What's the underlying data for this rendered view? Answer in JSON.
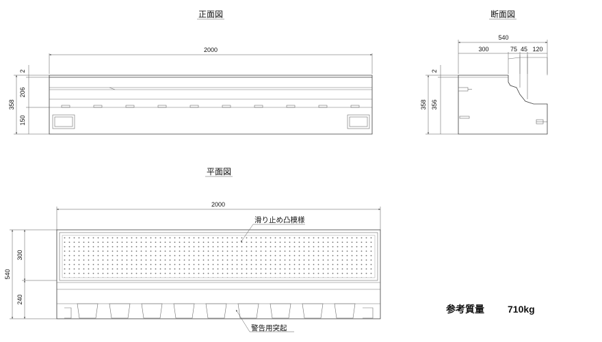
{
  "views": {
    "front_title": "正面図",
    "section_title": "断面図",
    "plan_title": "平面図"
  },
  "front": {
    "overall_width": "2000",
    "top_thickness": "2",
    "upper_height": "206",
    "total_height": "358",
    "lower_height": "150"
  },
  "section": {
    "overall_width": "540",
    "w1": "300",
    "w2": "75",
    "w3": "45",
    "w4": "120",
    "top_thickness": "2",
    "total_height": "358",
    "inner_height": "356"
  },
  "plan": {
    "overall_width": "2000",
    "upper_depth": "300",
    "total_depth": "540",
    "lower_depth": "240",
    "label_slip": "滑り止め凸模様",
    "label_warning": "警告用突起"
  },
  "reference_weight": {
    "label": "参考質量",
    "value": "710kg"
  }
}
